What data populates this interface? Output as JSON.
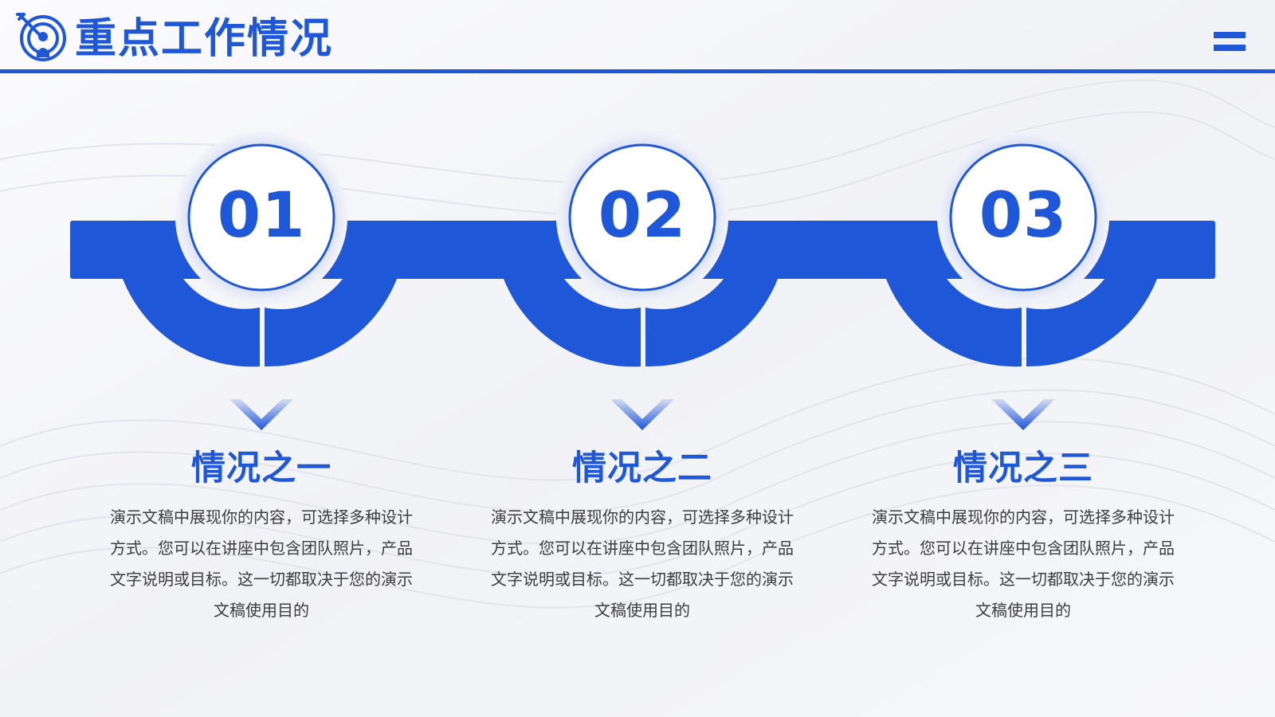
{
  "colors": {
    "accent": "#1f57d9",
    "text": "#3d3d3d",
    "background": "#f3f4f8"
  },
  "header": {
    "title": "重点工作情况",
    "icon": "target-person-icon",
    "menu_icon": "menu-icon"
  },
  "items": [
    {
      "number": "01",
      "title": "情况之一",
      "description": "演示文稿中展现你的内容，可选择多种设计方式。您可以在讲座中包含团队照片，产品文字说明或目标。这一切都取决于您的演示文稿使用目的"
    },
    {
      "number": "02",
      "title": "情况之二",
      "description": "演示文稿中展现你的内容，可选择多种设计方式。您可以在讲座中包含团队照片，产品文字说明或目标。这一切都取决于您的演示文稿使用目的"
    },
    {
      "number": "03",
      "title": "情况之三",
      "description": "演示文稿中展现你的内容，可选择多种设计方式。您可以在讲座中包含团队照片，产品文字说明或目标。这一切都取决于您的演示文稿使用目的"
    }
  ]
}
